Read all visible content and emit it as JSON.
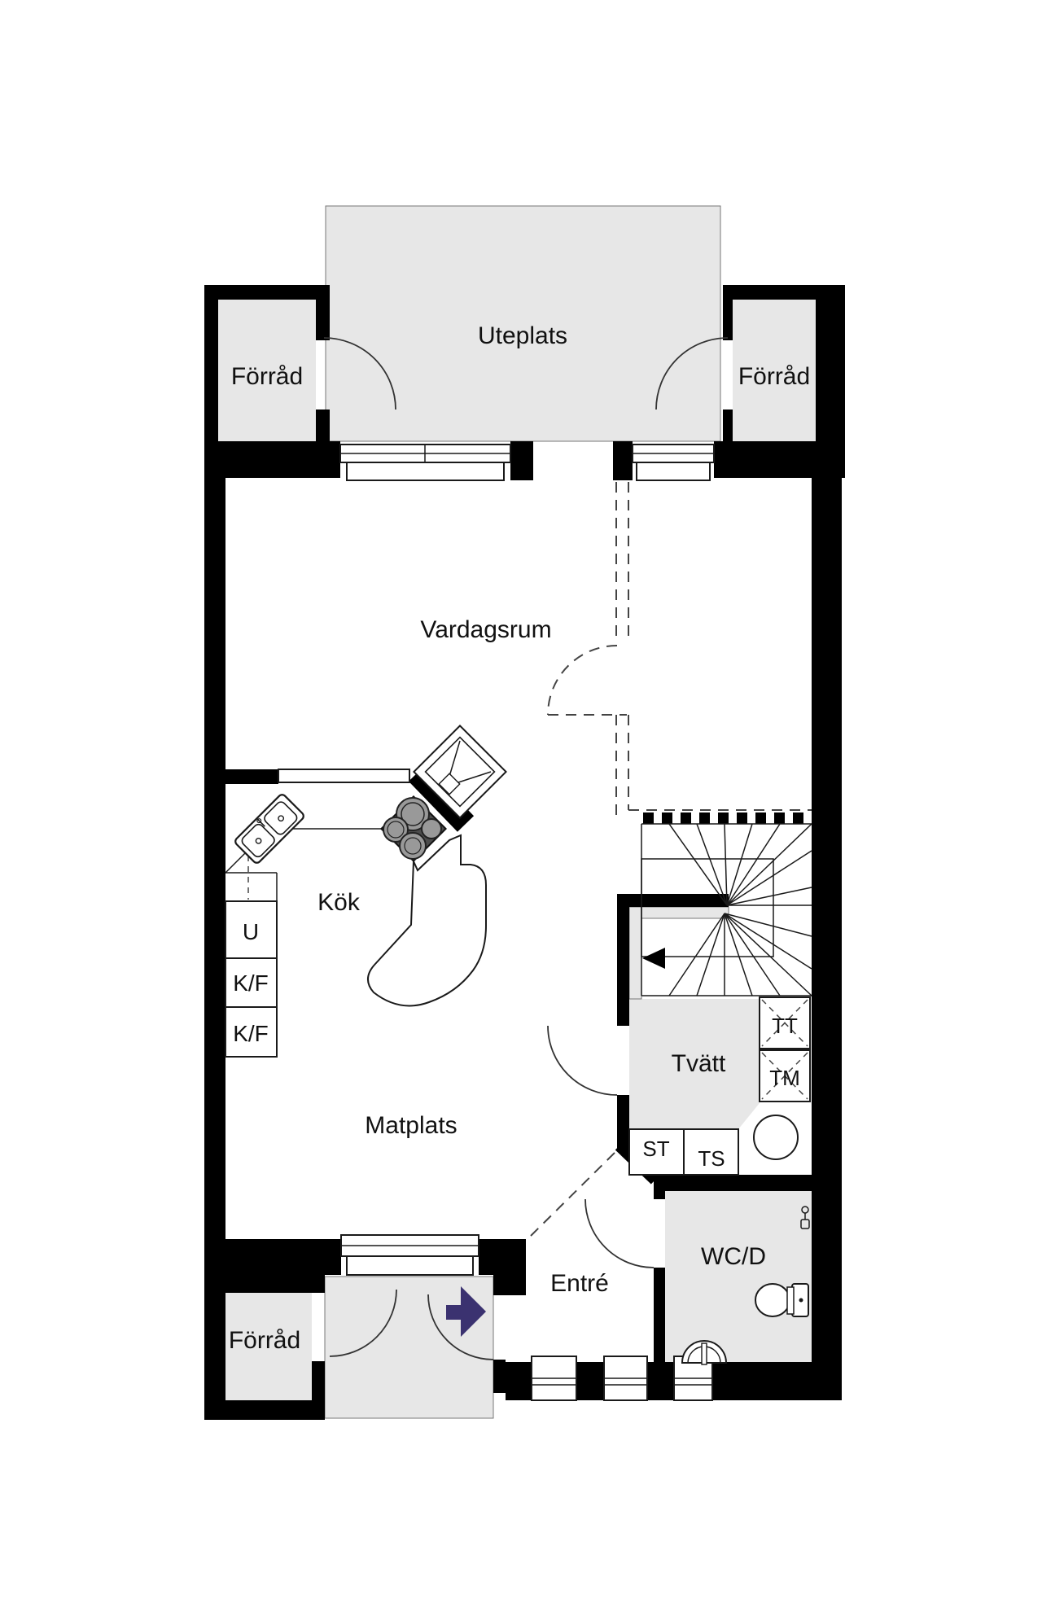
{
  "rooms": {
    "uteplats": "Uteplats",
    "forrad_top_left": "Förråd",
    "forrad_top_right": "Förråd",
    "vardagsrum": "Vardagsrum",
    "kok": "Kök",
    "matplats": "Matplats",
    "tvatt": "Tvätt",
    "entre": "Entré",
    "wcd": "WC/D",
    "forrad_bottom": "Förråd"
  },
  "appliances": {
    "u": "U",
    "kf_upper": "K/F",
    "kf_lower": "K/F",
    "tt": "TT",
    "tm": "TM",
    "st": "ST",
    "ts": "TS"
  },
  "colors": {
    "wall": "#000000",
    "room_fill": "#e7e7e7",
    "line": "#1a1a1a",
    "dash": "#444444",
    "arrow": "#3b3270",
    "stove_fill": "#4c4c4c",
    "burner": "#999999",
    "background": "#ffffff"
  }
}
